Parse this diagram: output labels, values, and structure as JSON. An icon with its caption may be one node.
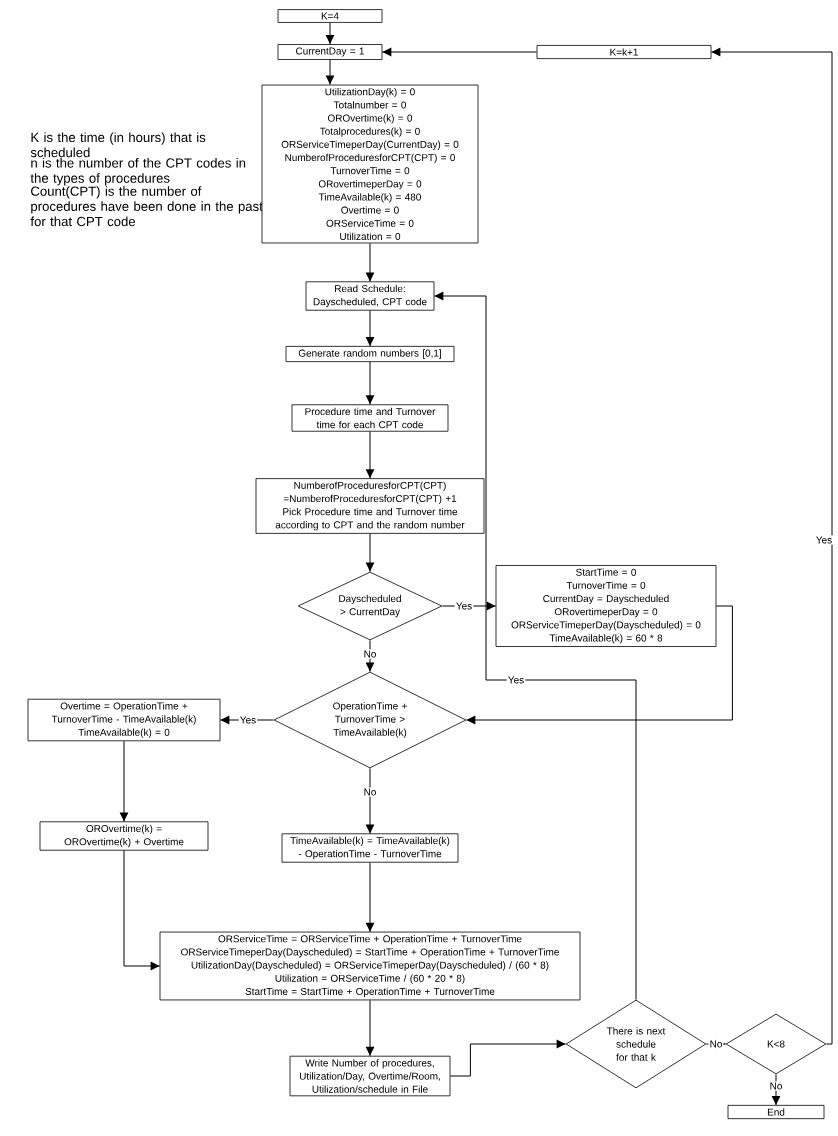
{
  "diagram": {
    "nodes": [
      {
        "text": [
          "K=4"
        ]
      },
      {
        "text": [
          "CurrentDay = 1"
        ]
      },
      {
        "text": [
          "K=k+1"
        ]
      },
      {
        "text": [
          "UtilizationDay(k) = 0",
          "Totalnumber = 0",
          "OROvertime(k) = 0",
          "Totalprocedures(k) = 0",
          "ORServiceTimeperDay(CurrentDay) = 0",
          "NumberofProceduresforCPT(CPT) = 0",
          "TurnoverTime = 0",
          "ORovertimeperDay = 0",
          "TimeAvailable(k) = 480",
          "Overtime = 0",
          "ORServiceTime = 0",
          "Utilization = 0"
        ]
      },
      {
        "text": [
          "Read Schedule: Dayscheduled, CPT code"
        ]
      },
      {
        "text": [
          "Generate random numbers [0,1]"
        ]
      },
      {
        "text": [
          "Procedure time and Turnover time for each CPT code"
        ]
      },
      {
        "text": [
          "NumberofProceduresforCPT(CPT) =NumberofProceduresforCPT(CPT) +1",
          "Pick Procedure time and Turnover time according to CPT and the random number"
        ]
      },
      {
        "text": [
          "Dayscheduled > CurrentDay"
        ]
      },
      {
        "text": [
          "StartTime = 0",
          "TurnoverTime = 0",
          "CurrentDay = Dayscheduled",
          "ORovertimeperDay = 0",
          "ORServiceTimeperDay(Dayscheduled) = 0",
          "TimeAvailable(k) = 60 * 8"
        ]
      },
      {
        "text": [
          "OperationTime + TurnoverTime > TimeAvailable(k)"
        ]
      },
      {
        "text": [
          "Overtime = OperationTime + TurnoverTime - TimeAvailable(k)",
          "TimeAvailable(k) = 0"
        ]
      },
      {
        "text": [
          "OROvertime(k) = OROvertime(k) + Overtime"
        ]
      },
      {
        "text": [
          "TimeAvailable(k) = TimeAvailable(k) - OperationTime - TurnoverTime"
        ]
      },
      {
        "text": [
          "ORServiceTime = ORServiceTime + OperationTime + TurnoverTime",
          "ORServiceTimeperDay(Dayscheduled) = StartTime + OperationTime + TurnoverTime",
          "UtilizationDay(Dayscheduled) = ORServiceTimeperDay(Dayscheduled) / (60 * 8)",
          "Utilization = ORServiceTime / (60 * 20 * 8)",
          "StartTime = StartTime + OperationTime + TurnoverTime"
        ]
      },
      {
        "text": [
          "Write Number of procedures, Utilization/Day, Overtime/Room, Utilization/schedule in File"
        ]
      },
      {
        "text": [
          "There is next schedule for that k"
        ]
      },
      {
        "text": [
          "K<8"
        ]
      },
      {
        "text": [
          "End"
        ]
      }
    ],
    "edges": [
      {
        "from": 0,
        "to": 1,
        "arrow": "to"
      },
      {
        "from": 1,
        "to": 3,
        "arrow": "to"
      },
      {
        "from": 3,
        "to": 4,
        "arrow": "to"
      },
      {
        "from": 4,
        "to": 5,
        "arrow": "to"
      },
      {
        "from": 5,
        "to": 6,
        "arrow": "to"
      },
      {
        "from": 6,
        "to": 7,
        "arrow": "to"
      },
      {
        "from": 7,
        "to": 8,
        "arrow": "to"
      },
      {
        "from": 8,
        "to": 9,
        "arrow": "to",
        "label": "Yes"
      },
      {
        "from": 8,
        "to": 10,
        "arrow": "to",
        "label": "No"
      },
      {
        "from": 9,
        "to": 10,
        "arrow": "to"
      },
      {
        "from": 10,
        "to": 11,
        "arrow": "to",
        "label": "Yes"
      },
      {
        "from": 10,
        "to": 13,
        "arrow": "to",
        "label": "No"
      },
      {
        "from": 11,
        "to": 12,
        "arrow": "to"
      },
      {
        "from": 12,
        "to": 14,
        "arrow": "to"
      },
      {
        "from": 13,
        "to": 14,
        "arrow": "to"
      },
      {
        "from": 14,
        "to": 15,
        "arrow": "to"
      },
      {
        "from": 15,
        "to": 16,
        "arrow": "to"
      },
      {
        "from": 16,
        "to": 17,
        "arrow": "to",
        "label": "No"
      },
      {
        "from": 16,
        "to": 4,
        "arrow": "to",
        "label": "Yes"
      },
      {
        "from": 17,
        "to": 18,
        "arrow": "to",
        "label": "No"
      },
      {
        "from": 17,
        "to": 2,
        "arrow": "to",
        "label": "Yes"
      },
      {
        "from": 2,
        "to": 1,
        "arrow": "to"
      }
    ],
    "labels": [
      "K is the time (in hours) that is scheduled",
      "n is the number of the CPT codes in the types of procedures",
      "Count(CPT) is the number of procedures have been done in the past for that CPT code"
    ]
  }
}
